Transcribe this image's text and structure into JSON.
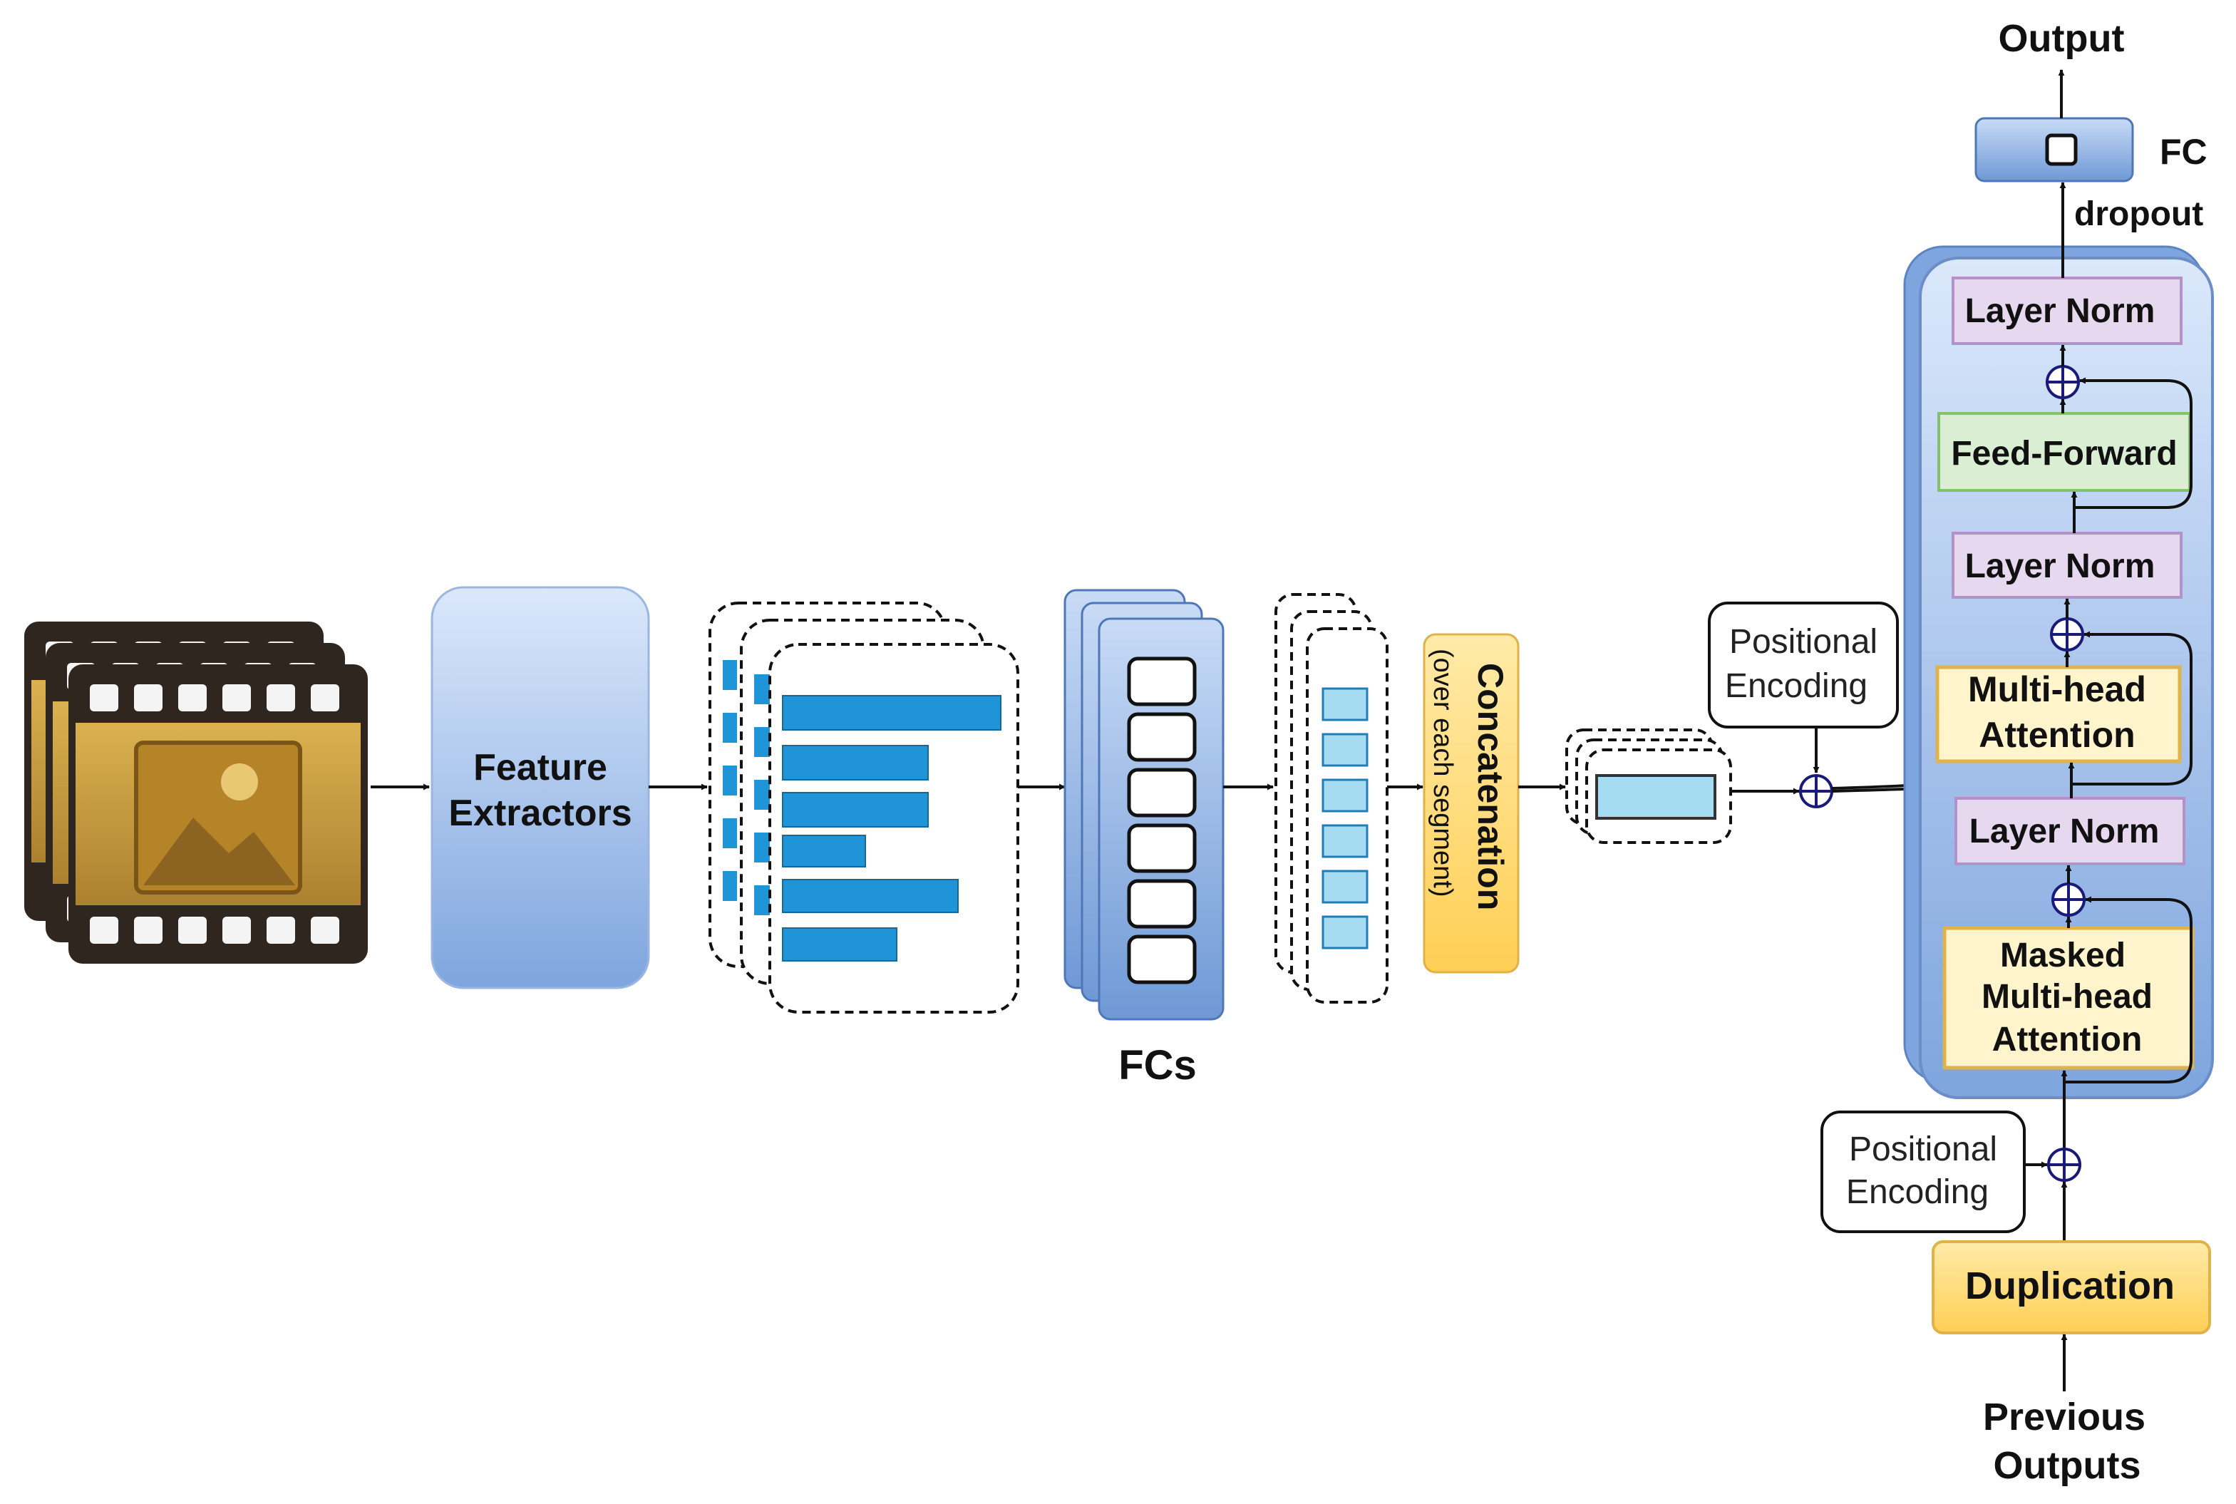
{
  "labels": {
    "feature_extractors_line1": "Feature",
    "feature_extractors_line2": "Extractors",
    "fcs": "FCs",
    "concatenation": "Concatenation",
    "concatenation_sub": "(over each segment)",
    "positional_encoding_line1": "Positional",
    "positional_encoding_line2": "Encoding",
    "layer_norm": "Layer Norm",
    "feed_forward": "Feed-Forward",
    "multi_head_line1": "Multi-head",
    "multi_head_line2": "Attention",
    "masked_line1": "Masked",
    "masked_line2": "Multi-head",
    "masked_line3": "Attention",
    "duplication": "Duplication",
    "previous_outputs_line1": "Previous",
    "previous_outputs_line2": "Outputs",
    "fc": "FC",
    "dropout": "dropout",
    "output": "Output"
  },
  "icons": {
    "video": "film-strip-icon",
    "add": "circle-plus-icon"
  },
  "colors": {
    "block_blue_top": "#dbe8fb",
    "block_blue_bottom": "#7ea5de",
    "block_border": "#6c8ec8",
    "feature_bar": "#1f94d6",
    "light_cyan": "#a6dcf2",
    "concat_yellow": "#ffd86e",
    "attention_yellow": "#fff4cc",
    "attention_border": "#e0b24a",
    "layer_norm_purple": "#e6d9ef",
    "layer_norm_border": "#b392c7",
    "feed_forward_green": "#d9eed2",
    "feed_forward_border": "#82c26f",
    "film_gold": "#c79a3c",
    "film_dark": "#2f2620",
    "add_node_stroke": "#1a1a7a"
  }
}
